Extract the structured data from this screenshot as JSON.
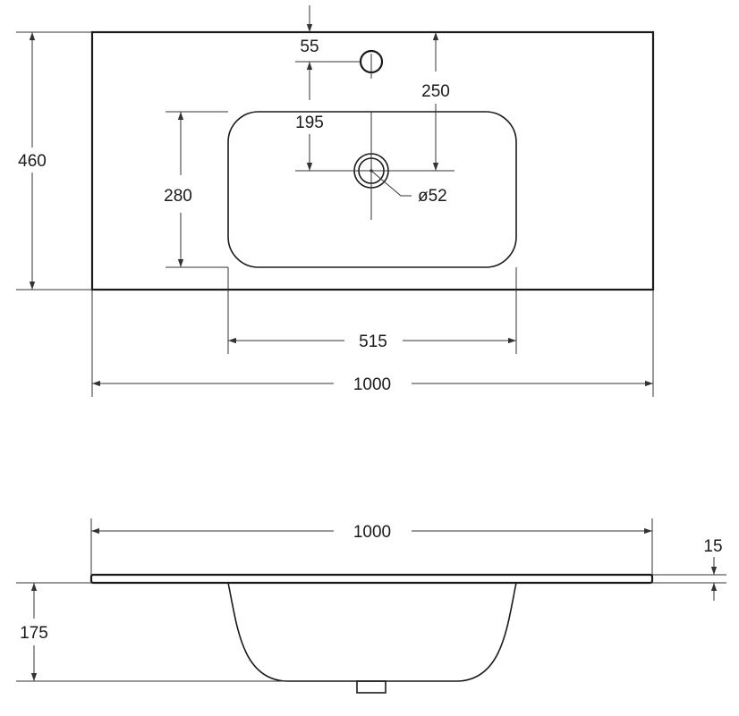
{
  "top_view": {
    "overall_width": "1000",
    "overall_depth": "460",
    "bowl_width": "515",
    "bowl_depth": "280",
    "tap_hole_offset": "55",
    "tap_to_drain": "195",
    "rear_to_drain": "250",
    "drain_diameter": "ø52"
  },
  "side_view": {
    "overall_width": "1000",
    "slab_thickness": "15",
    "bowl_height": "175"
  },
  "colors": {
    "line": "#1a1a1a",
    "dimension": "#333333",
    "background": "#ffffff"
  }
}
